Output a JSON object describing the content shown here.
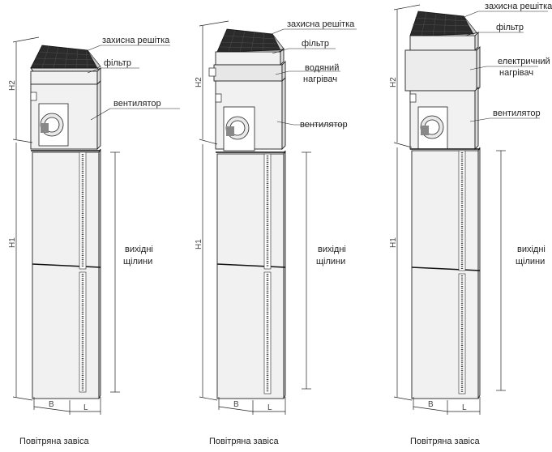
{
  "units": [
    {
      "caption": "Повітряна завіса",
      "labels": {
        "grille": "захисна решітка",
        "filter": "фільтр",
        "fan": "вентилятор",
        "slots_1": "вихідні",
        "slots_2": "щілини"
      },
      "dims": {
        "h1": "H1",
        "h2": "H2",
        "b": "B",
        "l": "L"
      }
    },
    {
      "caption": "Повітряна завіса",
      "labels": {
        "grille": "захисна решітка",
        "filter": "фільтр",
        "heater_1": "водяний",
        "heater_2": "нагрівач",
        "fan": "вентилятор",
        "slots_1": "вихідні",
        "slots_2": "щілини"
      },
      "dims": {
        "h1": "H1",
        "h2": "H2",
        "b": "B",
        "l": "L"
      }
    },
    {
      "caption": "Повітряна завіса",
      "labels": {
        "grille": "захисна решітка",
        "filter": "фільтр",
        "heater_1": "електричний",
        "heater_2": "нагрівач",
        "fan": "вентилятор",
        "slots_1": "вихідні",
        "slots_2": "щілини"
      },
      "dims": {
        "h1": "H1",
        "h2": "H2",
        "b": "B",
        "l": "L"
      }
    }
  ]
}
